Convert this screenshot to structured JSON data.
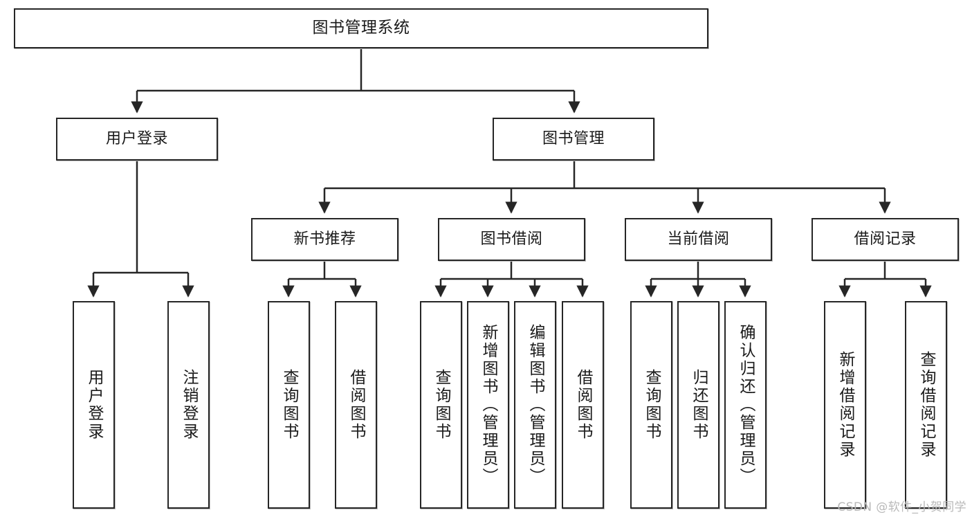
{
  "diagram": {
    "type": "tree-hierarchy-chart",
    "title": "图书管理系统",
    "watermark": "CSDN @软件_小贺同学",
    "colors": {
      "box_border": "#262626",
      "box_fill": "#ffffff",
      "connector": "#262626",
      "text": "#1a1a1a",
      "watermark": "#b9b9b9"
    },
    "levels": [
      {
        "level": 1,
        "nodes": [
          {
            "id": "root",
            "label": "图书管理系统",
            "orientation": "horizontal"
          }
        ]
      },
      {
        "level": 2,
        "nodes": [
          {
            "id": "user-login",
            "label": "用户登录",
            "orientation": "horizontal",
            "parent": "root"
          },
          {
            "id": "book-manage",
            "label": "图书管理",
            "orientation": "horizontal",
            "parent": "root"
          }
        ]
      },
      {
        "level": 3,
        "nodes": [
          {
            "id": "new-book-rec",
            "label": "新书推荐",
            "orientation": "horizontal",
            "parent": "book-manage"
          },
          {
            "id": "book-borrow",
            "label": "图书借阅",
            "orientation": "horizontal",
            "parent": "book-manage"
          },
          {
            "id": "current-borrow",
            "label": "当前借阅",
            "orientation": "horizontal",
            "parent": "book-manage"
          },
          {
            "id": "borrow-record",
            "label": "借阅记录",
            "orientation": "horizontal",
            "parent": "book-manage"
          }
        ]
      },
      {
        "level": 4,
        "nodes": [
          {
            "id": "leaf-user-login",
            "label": "用户登录",
            "orientation": "vertical",
            "parent": "user-login"
          },
          {
            "id": "leaf-logout",
            "label": "注销登录",
            "orientation": "vertical",
            "parent": "user-login"
          },
          {
            "id": "leaf-query-book-1",
            "label": "查询图书",
            "orientation": "vertical",
            "parent": "new-book-rec"
          },
          {
            "id": "leaf-borrow-book-1",
            "label": "借阅图书",
            "orientation": "vertical",
            "parent": "new-book-rec"
          },
          {
            "id": "leaf-query-book-2",
            "label": "查询图书",
            "orientation": "vertical",
            "parent": "book-borrow"
          },
          {
            "id": "leaf-add-book",
            "label": "新增图书（管理员）",
            "orientation": "vertical",
            "parent": "book-borrow"
          },
          {
            "id": "leaf-edit-book",
            "label": "编辑图书（管理员）",
            "orientation": "vertical",
            "parent": "book-borrow"
          },
          {
            "id": "leaf-borrow-book-2",
            "label": "借阅图书",
            "orientation": "vertical",
            "parent": "book-borrow"
          },
          {
            "id": "leaf-query-book-3",
            "label": "查询图书",
            "orientation": "vertical",
            "parent": "current-borrow"
          },
          {
            "id": "leaf-return-book",
            "label": "归还图书",
            "orientation": "vertical",
            "parent": "current-borrow"
          },
          {
            "id": "leaf-confirm-return",
            "label": "确认归还（管理员）",
            "orientation": "vertical",
            "parent": "current-borrow"
          },
          {
            "id": "leaf-add-record",
            "label": "新增借阅记录",
            "orientation": "vertical",
            "parent": "borrow-record"
          },
          {
            "id": "leaf-query-record",
            "label": "查询借阅记录",
            "orientation": "vertical",
            "parent": "borrow-record"
          }
        ]
      }
    ]
  }
}
